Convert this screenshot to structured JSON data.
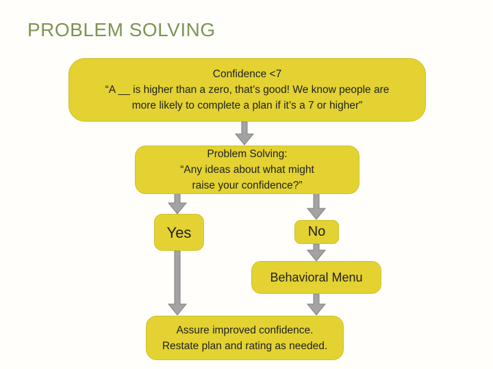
{
  "title": {
    "text": "PROBLEM SOLVING"
  },
  "colors": {
    "background": "#fffefb",
    "title_color": "#7d9453",
    "node_fill": "#e3d231",
    "node_border": "#d0bf2c",
    "node_text": "#212121",
    "arrow_fill": "#a3a3a3",
    "arrow_stroke": "#7e7e7e"
  },
  "flowchart": {
    "nodes": {
      "confidence": {
        "lines": [
          "Confidence <7",
          "“A __ is higher than a zero, that’s good! We know people are",
          "more likely to complete a plan if it’s a 7 or higher”"
        ]
      },
      "problem_solving": {
        "lines": [
          "Problem Solving:",
          "“Any ideas about what might",
          "raise your confidence?”"
        ]
      },
      "yes": {
        "label": "Yes"
      },
      "no": {
        "label": "No"
      },
      "behavioral_menu": {
        "label": "Behavioral Menu"
      },
      "assurance": {
        "lines": [
          "Assure improved confidence.",
          "Restate plan and rating as needed."
        ]
      }
    }
  }
}
